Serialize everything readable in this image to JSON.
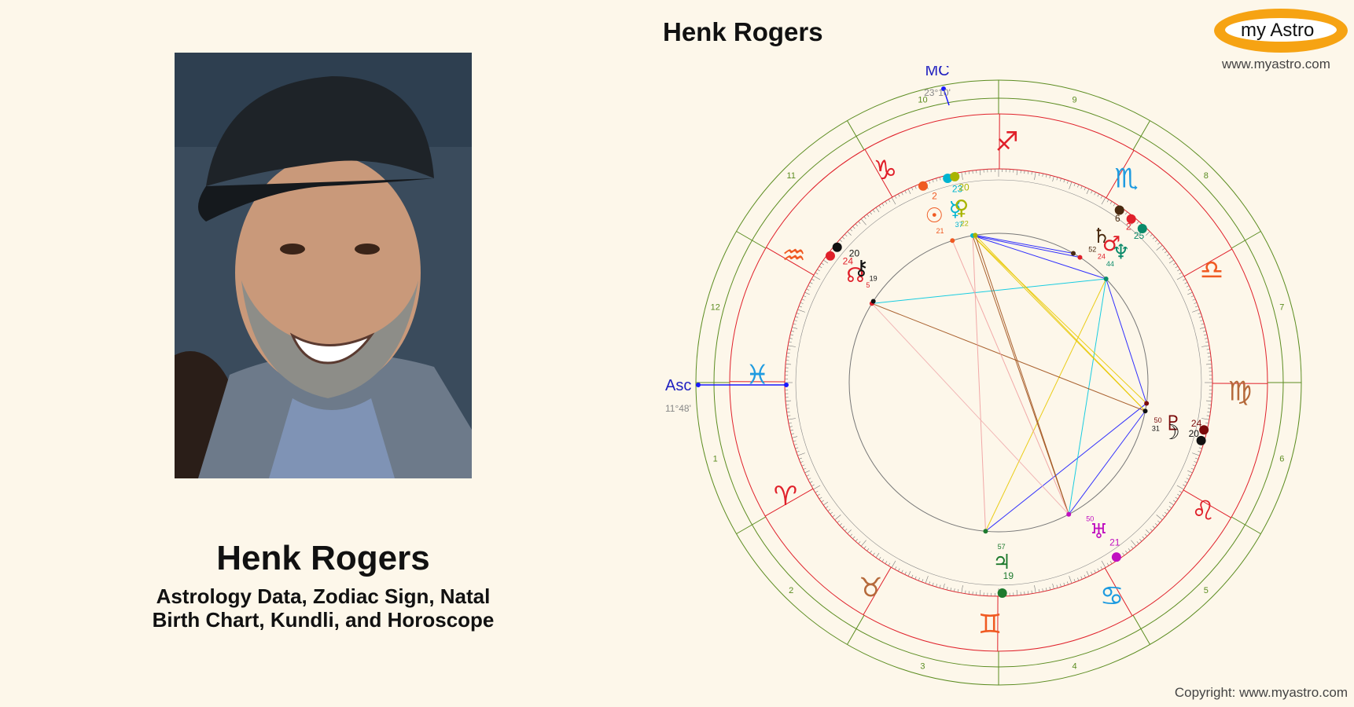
{
  "person": {
    "name": "Henk Rogers",
    "subtitle_line1": "Astrology Data, Zodiac Sign, Natal",
    "subtitle_line2": "Birth Chart, Kundli, and Horoscope"
  },
  "chart": {
    "title": "Henk Rogers",
    "mc_label": "MC",
    "mc_degree": "23°10'",
    "asc_label": "Asc",
    "asc_degree": "11°48'"
  },
  "brand": {
    "logo_text": "my Astro",
    "url": "www.myastro.com",
    "copyright": "Copyright: www.myastro.com"
  },
  "colors": {
    "background": "#fdf7ea",
    "house_ring": "#5b8c20",
    "sign_ring": "#e0202a",
    "axis": "#1a1aff",
    "logo": "#f6a313"
  },
  "wheel": {
    "house_numbers": [
      "1",
      "2",
      "3",
      "4",
      "5",
      "6",
      "7",
      "8",
      "9",
      "10",
      "11",
      "12"
    ],
    "signs": [
      {
        "name": "pisces",
        "glyph": "♓",
        "color": "#1e9be0"
      },
      {
        "name": "aries",
        "glyph": "♈",
        "color": "#e0202a"
      },
      {
        "name": "taurus",
        "glyph": "♉",
        "color": "#b5693a"
      },
      {
        "name": "gemini",
        "glyph": "♊",
        "color": "#f05a22"
      },
      {
        "name": "cancer",
        "glyph": "♋",
        "color": "#1e9be0"
      },
      {
        "name": "leo",
        "glyph": "♌",
        "color": "#e0202a"
      },
      {
        "name": "virgo",
        "glyph": "♍",
        "color": "#b5693a"
      },
      {
        "name": "libra",
        "glyph": "♎",
        "color": "#f05a22"
      },
      {
        "name": "scorpio",
        "glyph": "♏",
        "color": "#1e9be0"
      },
      {
        "name": "sagittarius",
        "glyph": "♐",
        "color": "#e0202a"
      },
      {
        "name": "capricorn",
        "glyph": "♑",
        "color": "#e0202a"
      },
      {
        "name": "aquarius",
        "glyph": "♒",
        "color": "#f05a22"
      }
    ],
    "planets": [
      {
        "name": "sun",
        "glyph": "☉",
        "deg": "2",
        "min": "21",
        "color": "#f05a22"
      },
      {
        "name": "mercury",
        "glyph": "☿",
        "deg": "23",
        "min": "37",
        "color": "#00b4d0"
      },
      {
        "name": "venus",
        "glyph": "♀",
        "deg": "20",
        "min": "22",
        "color": "#a8b400"
      },
      {
        "name": "saturn",
        "glyph": "♄",
        "deg": "6",
        "min": "52",
        "color": "#4a2a10"
      },
      {
        "name": "mars",
        "glyph": "♂",
        "deg": "2",
        "min": "24",
        "color": "#e0202a"
      },
      {
        "name": "neptune",
        "glyph": "♆",
        "deg": "25",
        "min": "44",
        "color": "#0a8a6a"
      },
      {
        "name": "pluto",
        "glyph": "♇",
        "deg": "24",
        "min": "50",
        "color": "#7a0a0a"
      },
      {
        "name": "moon",
        "glyph": "☽",
        "deg": "20",
        "min": "31",
        "color": "#111111"
      },
      {
        "name": "uranus",
        "glyph": "♅",
        "deg": "21",
        "min": "50",
        "color": "#c010c0"
      },
      {
        "name": "jupiter",
        "glyph": "♃",
        "deg": "19",
        "min": "57",
        "color": "#1e7a2e"
      },
      {
        "name": "node",
        "glyph": "☊",
        "deg": "24",
        "min": "5",
        "color": "#e0202a"
      },
      {
        "name": "chiron",
        "glyph": "⚷",
        "deg": "20",
        "min": "19",
        "color": "#111111"
      }
    ]
  }
}
